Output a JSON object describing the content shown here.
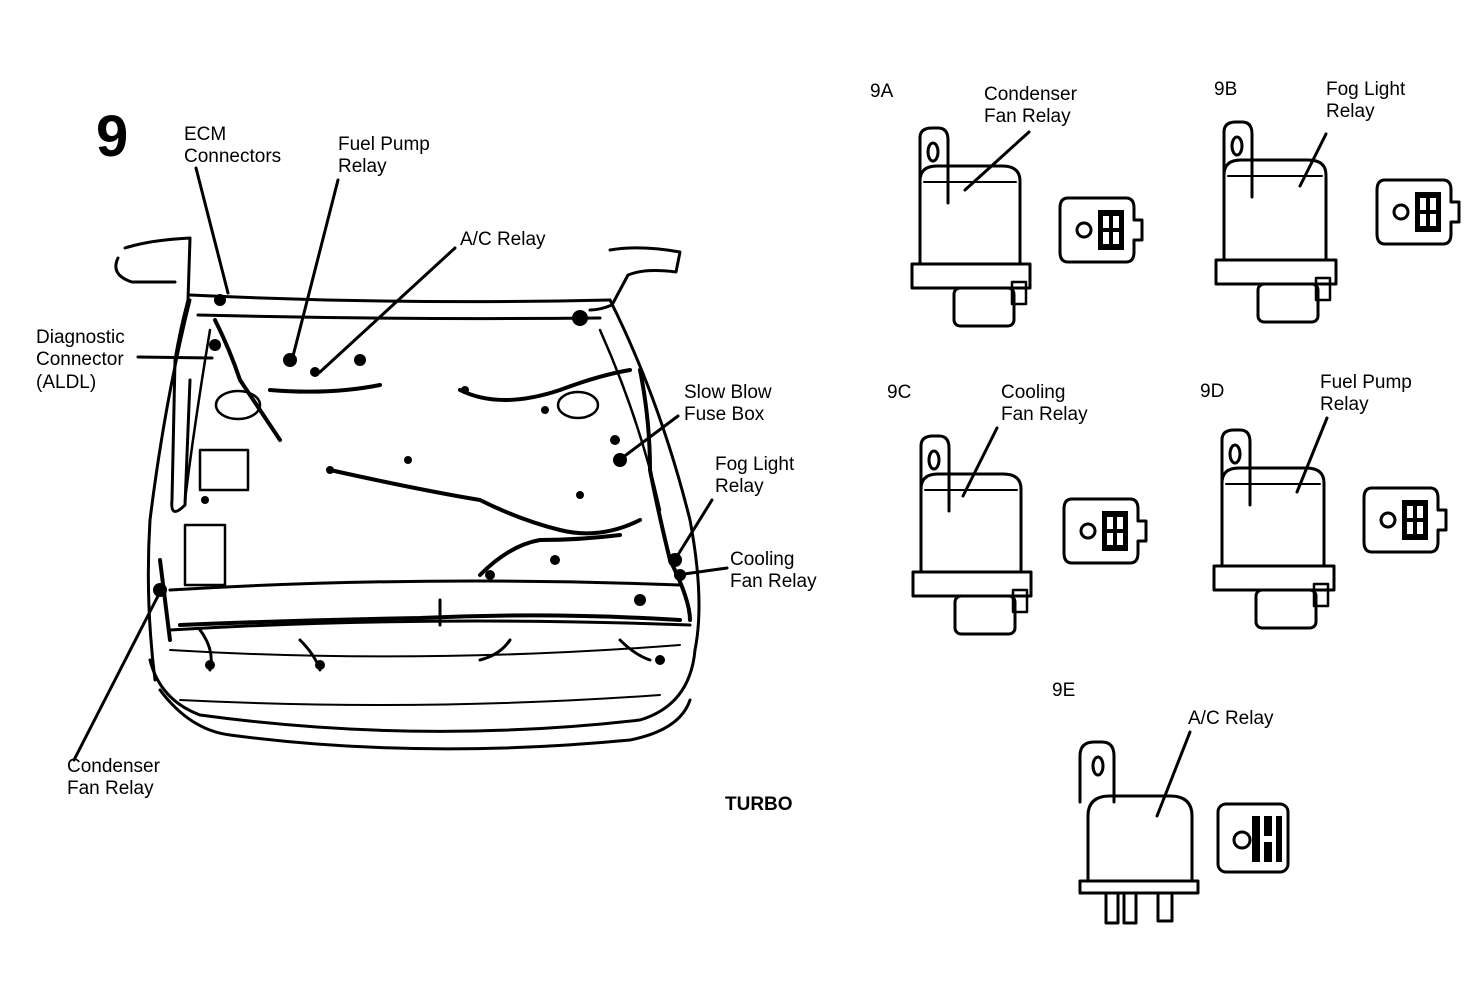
{
  "figure": {
    "number": "9",
    "variant": "TURBO"
  },
  "main_labels": {
    "ecm": [
      "ECM",
      "Connectors"
    ],
    "fuel_pump": [
      "Fuel Pump",
      "Relay"
    ],
    "ac_relay": [
      "A/C Relay"
    ],
    "diagnostic": [
      "Diagnostic",
      "Connector",
      "(ALDL)"
    ],
    "slow_blow": [
      "Slow Blow",
      "Fuse Box"
    ],
    "fog_light": [
      "Fog Light",
      "Relay"
    ],
    "cooling_fan": [
      "Cooling",
      "Fan Relay"
    ],
    "condenser": [
      "Condenser",
      "Fan Relay"
    ]
  },
  "relays": [
    {
      "id": "9A",
      "label": [
        "Condenser",
        "Fan Relay"
      ]
    },
    {
      "id": "9B",
      "label": [
        "Fog Light",
        "Relay"
      ]
    },
    {
      "id": "9C",
      "label": [
        "Cooling",
        "Fan Relay"
      ]
    },
    {
      "id": "9D",
      "label": [
        "Fuel Pump",
        "Relay"
      ]
    },
    {
      "id": "9E",
      "label": [
        "A/C Relay"
      ]
    }
  ],
  "colors": {
    "ink": "#000000",
    "paper": "#ffffff"
  }
}
